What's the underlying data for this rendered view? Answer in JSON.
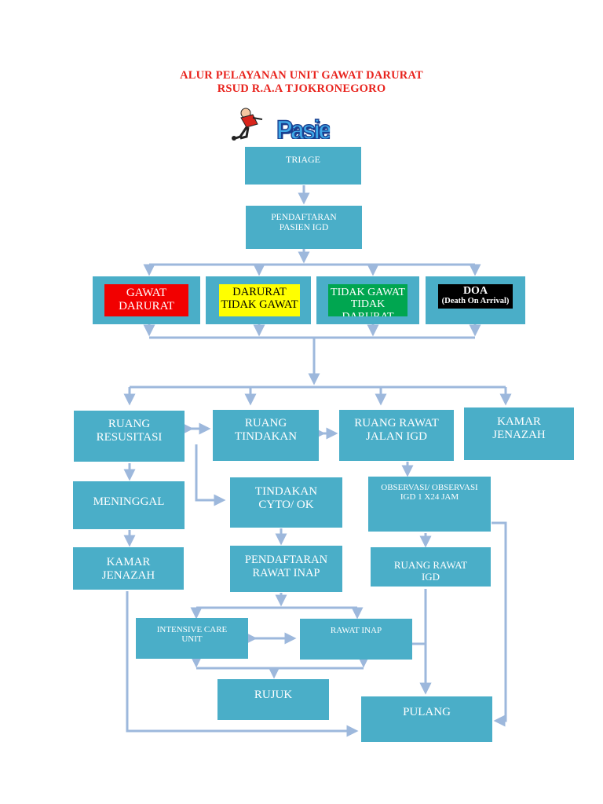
{
  "header": {
    "title_line1": "ALUR PELAYANAN UNIT GAWAT DARURAT",
    "title_line2": "RSUD R.A.A TJOKRONEGORO"
  },
  "patient": {
    "wordart": "Pasie",
    "icon": "person-pushing-wheelchair-icon"
  },
  "nodes": {
    "triage": "TRIAGE",
    "pendaftaran_pasien": "PENDAFTARAN PASIEN IGD",
    "gawat_darurat": "GAWAT DARURAT",
    "darurat_tidak_gawat": "DARURAT TIDAK GAWAT",
    "tidak_gawat_tidak_darurat": "TIDAK GAWAT TIDAK DARURAT",
    "doa_title": "DOA",
    "doa_sub": "(Death On Arrival)",
    "ruang_resusitasi": "RUANG RESUSITASI",
    "ruang_tindakan": "RUANG TINDAKAN",
    "ruang_rawat_jalan": "RUANG RAWAT JALAN IGD",
    "kamar_jenazah_top": "KAMAR JENAZAH",
    "meninggal": "MENINGGAL",
    "tindakan_cyto": "TINDAKAN CYTO/ OK",
    "observasi": "OBSERVASI/ OBSERVASI IGD 1 X24 JAM",
    "kamar_jenazah": "KAMAR JENAZAH",
    "pendaftaran_rawat_inap": "PENDAFTARAN RAWAT INAP",
    "ruang_rawat_igd": "RUANG RAWAT IGD",
    "icu": "INTENSIVE CARE UNIT",
    "rawat_inap": "RAWAT INAP",
    "rujuk": "RUJUK",
    "pulang": "PULANG"
  },
  "colors": {
    "box": "#4aaec8",
    "connector": "#9db8dc",
    "title": "#e8231d",
    "gawat_darurat": "#f20000",
    "darurat_tidak_gawat": "#ffff00",
    "tidak_gawat_tidak_darurat": "#00a650",
    "doa": "#000000"
  }
}
